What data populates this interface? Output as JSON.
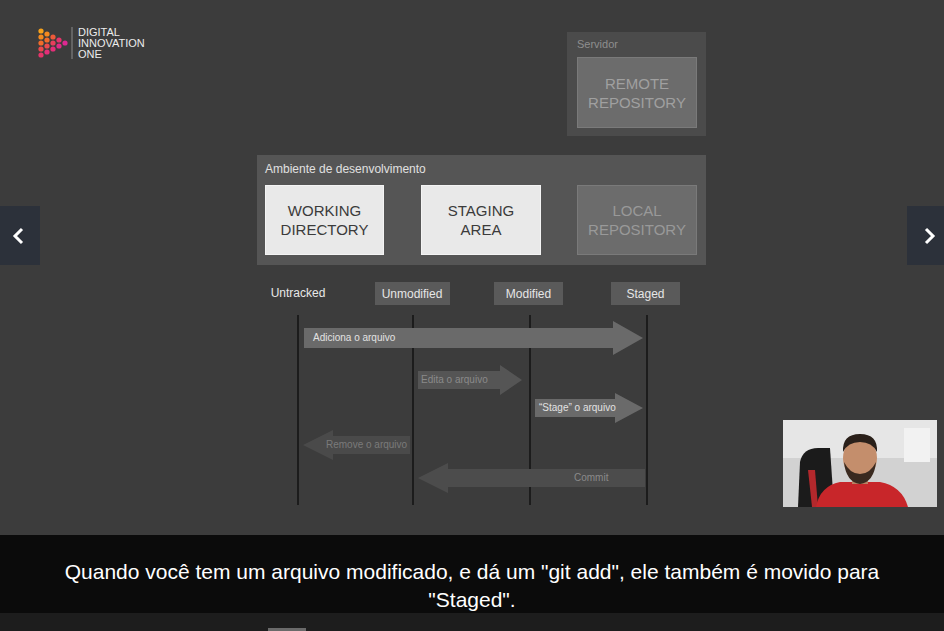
{
  "diagram": {
    "nodes": [
      {
        "text": [
          "Servidor"
        ]
      },
      {
        "text": [
          "REMOTE REPOSITORY"
        ],
        "in": 0
      },
      {
        "text": [
          "Ambiente de desenvolvimento"
        ]
      },
      {
        "text": [
          "WORKING DIRECTORY"
        ],
        "in": 2
      },
      {
        "text": [
          "STAGING AREA"
        ],
        "in": 2
      },
      {
        "text": [
          "LOCAL REPOSITORY"
        ],
        "in": 2
      },
      {
        "text": [
          "Unmodified"
        ]
      },
      {
        "text": [
          "Modified"
        ]
      },
      {
        "text": [
          "Staged"
        ]
      }
    ],
    "labels": [
      "DIGITAL INNOVATION ONE",
      "Untracked",
      "Adiciona o arquivo",
      "Edita o arquivo",
      "“Stage” o arquivo",
      "Remove o arquivo",
      "Commit",
      "Quando você tem um arquivo modificado, e dá um \"git add\", ele também é movido para \"Staged\"."
    ]
  }
}
